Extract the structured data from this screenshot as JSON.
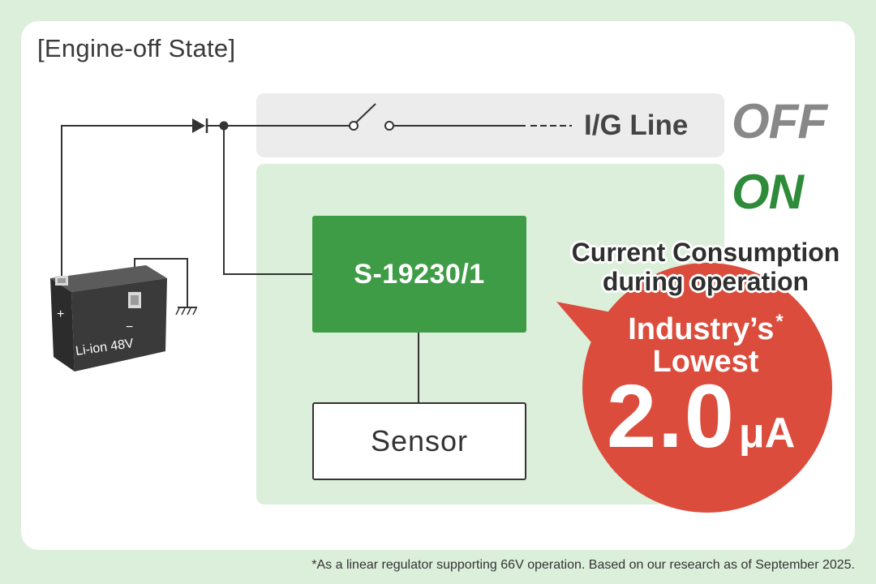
{
  "title": "[Engine-off State]",
  "ig_line_label": "I/G Line",
  "states": {
    "off": "OFF",
    "on": "ON"
  },
  "chip_label": "S-19230/1",
  "sensor_label": "Sensor",
  "battery": {
    "label": "Li-ion 48V",
    "plus": "+",
    "minus": "−"
  },
  "callout": {
    "heading_line1": "Current Consumption",
    "heading_line2": "during operation",
    "claim_line1": "Industry’s",
    "claim_mark": "*",
    "claim_line2": "Lowest",
    "value": "2.0",
    "unit": "μA"
  },
  "footnote": "*As a linear regulator supporting 66V operation. Based on our research as of September 2025.",
  "colors": {
    "background": "#dcefdb",
    "chip_green": "#3f9c46",
    "on_green": "#2e8b3a",
    "off_gray": "#888888",
    "bubble_red": "#dc4c3c"
  },
  "icons": [
    "diode-icon",
    "switch-icon",
    "ground-icon",
    "battery-icon"
  ]
}
